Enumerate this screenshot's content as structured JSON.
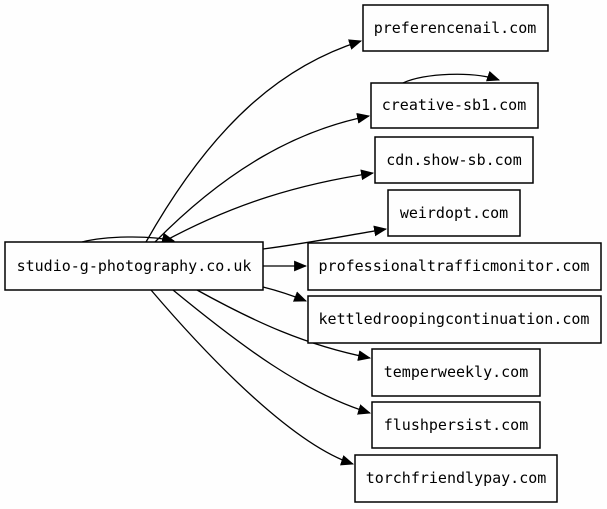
{
  "diagram": {
    "type": "directed-graph",
    "background_color": "#fefefe",
    "node_fill_color": "#fefefe",
    "node_border_color": "#000000",
    "edge_color": "#000000",
    "text_color": "#000000",
    "source_node": "studio-g-photography.co.uk",
    "nodes": [
      {
        "label": "studio-g-photography.co.uk"
      },
      {
        "label": "preferencenail.com"
      },
      {
        "label": "creative-sb1.com"
      },
      {
        "label": "cdn.show-sb.com"
      },
      {
        "label": "weirdopt.com"
      },
      {
        "label": "professionaltrafficmonitor.com"
      },
      {
        "label": "kettledroopingcontinuation.com"
      },
      {
        "label": "temperweekly.com"
      },
      {
        "label": "flushpersist.com"
      },
      {
        "label": "torchfriendlypay.com"
      }
    ],
    "edges": [
      {
        "from": "studio-g-photography.co.uk",
        "to": "preferencenail.com"
      },
      {
        "from": "studio-g-photography.co.uk",
        "to": "creative-sb1.com"
      },
      {
        "from": "studio-g-photography.co.uk",
        "to": "cdn.show-sb.com"
      },
      {
        "from": "studio-g-photography.co.uk",
        "to": "weirdopt.com"
      },
      {
        "from": "studio-g-photography.co.uk",
        "to": "professionaltrafficmonitor.com"
      },
      {
        "from": "studio-g-photography.co.uk",
        "to": "kettledroopingcontinuation.com"
      },
      {
        "from": "studio-g-photography.co.uk",
        "to": "temperweekly.com"
      },
      {
        "from": "studio-g-photography.co.uk",
        "to": "flushpersist.com"
      },
      {
        "from": "studio-g-photography.co.uk",
        "to": "torchfriendlypay.com"
      },
      {
        "from": "studio-g-photography.co.uk",
        "to": "studio-g-photography.co.uk"
      },
      {
        "from": "creative-sb1.com",
        "to": "creative-sb1.com"
      }
    ]
  }
}
